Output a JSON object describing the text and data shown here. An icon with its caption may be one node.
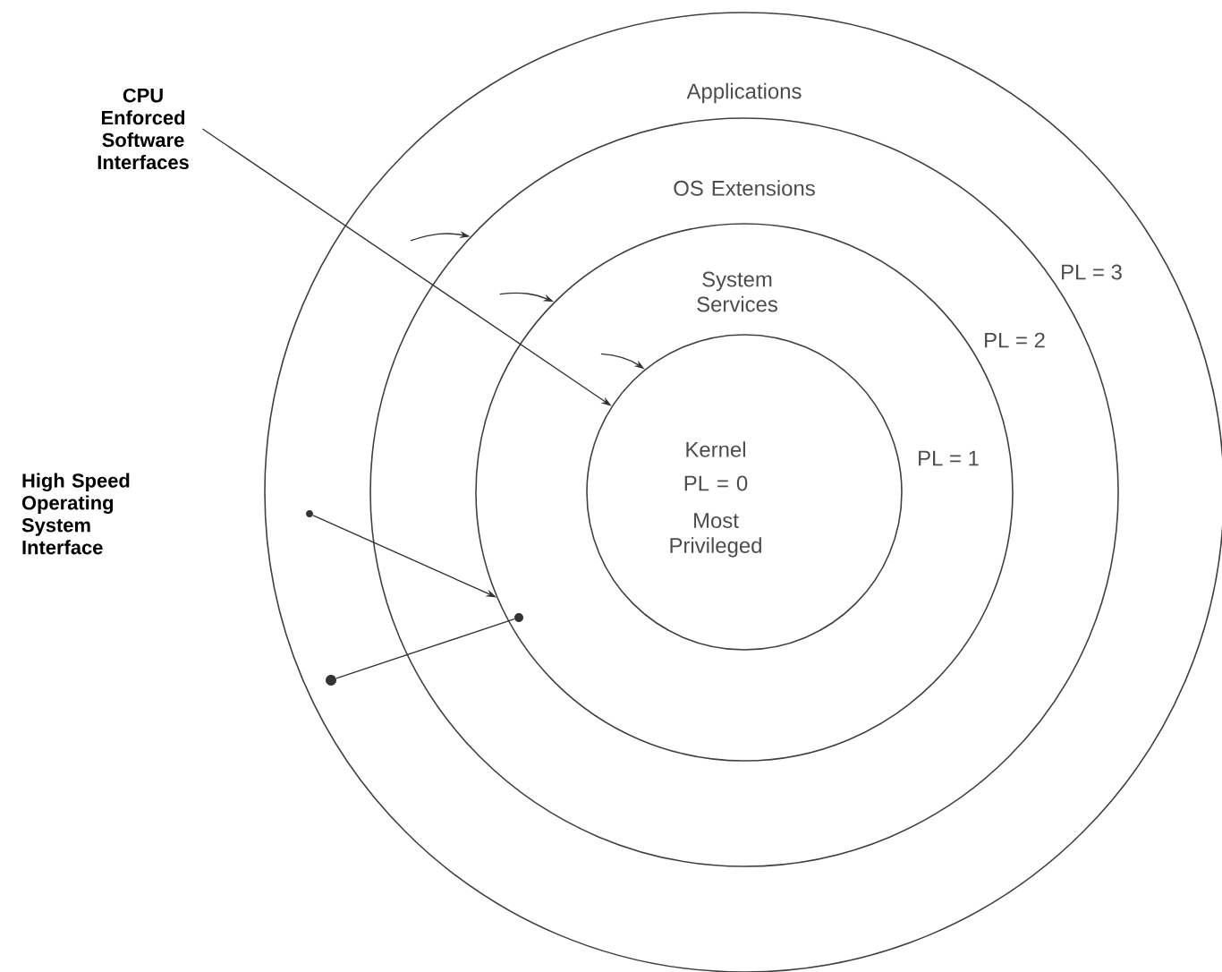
{
  "diagram": {
    "nodes": [
      {
        "text": [
          "CPU Enforced Software Interfaces"
        ]
      },
      {
        "text": [
          "Applications"
        ],
        "beside": [
          "PL = 3"
        ]
      },
      {
        "text": [
          "OS Extensions"
        ],
        "beside": [
          "PL = 2"
        ],
        "in": 1
      },
      {
        "text": [
          "System Services"
        ],
        "beside": [
          "PL = 1"
        ],
        "in": 2
      },
      {
        "text": [
          "Kernel",
          "PL = 0",
          "Most Privileged"
        ],
        "in": 3
      },
      {
        "text": [
          "High Speed Operating System Interface"
        ]
      },
      {
        "text": [],
        "shape": "circle",
        "in": 1
      },
      {
        "text": [],
        "shape": "circle",
        "in": 1
      },
      {
        "text": [],
        "shape": "circle",
        "in": 3
      }
    ],
    "edges": [
      {
        "from": 0,
        "to": 4,
        "arrow": "to"
      },
      {
        "from": 6,
        "to": 3,
        "arrow": "to"
      },
      {
        "from": 7,
        "to": 8,
        "arrow": "none"
      }
    ]
  }
}
